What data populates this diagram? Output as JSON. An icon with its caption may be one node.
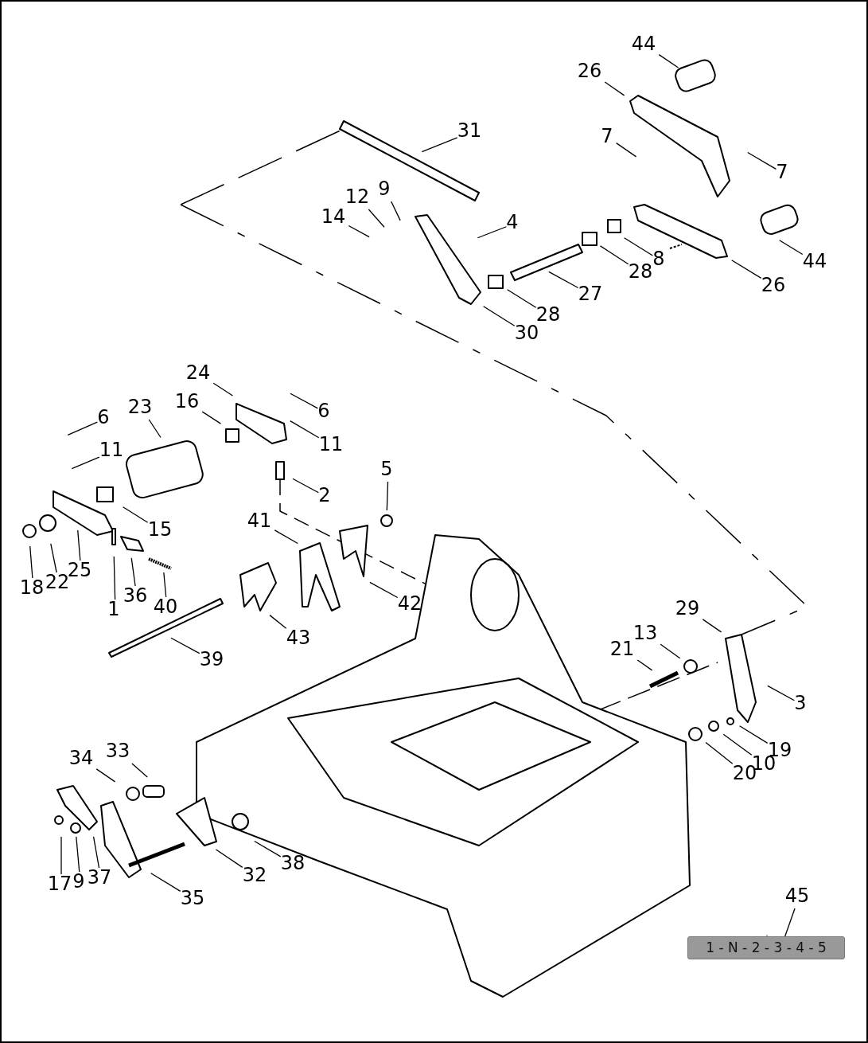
{
  "diagram": {
    "nodes": [
      {
        "text": [
          "44"
        ]
      },
      {
        "text": [
          "26"
        ]
      },
      {
        "text": [
          "31"
        ]
      },
      {
        "text": [
          "7"
        ]
      },
      {
        "text": [
          "7"
        ]
      },
      {
        "text": [
          "12"
        ]
      },
      {
        "text": [
          "9"
        ]
      },
      {
        "text": [
          "14"
        ]
      },
      {
        "text": [
          "4"
        ]
      },
      {
        "text": [
          "44"
        ]
      },
      {
        "text": [
          "26"
        ]
      },
      {
        "text": [
          "8"
        ]
      },
      {
        "text": [
          "28"
        ]
      },
      {
        "text": [
          "27"
        ]
      },
      {
        "text": [
          "28"
        ]
      },
      {
        "text": [
          "30"
        ]
      },
      {
        "text": [
          "24"
        ]
      },
      {
        "text": [
          "6"
        ]
      },
      {
        "text": [
          "16"
        ]
      },
      {
        "text": [
          "23"
        ]
      },
      {
        "text": [
          "6"
        ]
      },
      {
        "text": [
          "11"
        ]
      },
      {
        "text": [
          "11"
        ]
      },
      {
        "text": [
          "2"
        ]
      },
      {
        "text": [
          "15"
        ]
      },
      {
        "text": [
          "5"
        ]
      },
      {
        "text": [
          "41"
        ]
      },
      {
        "text": [
          "18"
        ]
      },
      {
        "text": [
          "22"
        ]
      },
      {
        "text": [
          "25"
        ]
      },
      {
        "text": [
          "1"
        ]
      },
      {
        "text": [
          "36"
        ]
      },
      {
        "text": [
          "40"
        ]
      },
      {
        "text": [
          "42"
        ]
      },
      {
        "text": [
          "43"
        ]
      },
      {
        "text": [
          "39"
        ]
      },
      {
        "text": [
          "29"
        ]
      },
      {
        "text": [
          "13"
        ]
      },
      {
        "text": [
          "21"
        ]
      },
      {
        "text": [
          "3"
        ]
      },
      {
        "text": [
          "19"
        ]
      },
      {
        "text": [
          "10"
        ]
      },
      {
        "text": [
          "20"
        ]
      },
      {
        "text": [
          "34"
        ]
      },
      {
        "text": [
          "33"
        ]
      },
      {
        "text": [
          "17"
        ]
      },
      {
        "text": [
          "9"
        ]
      },
      {
        "text": [
          "37"
        ]
      },
      {
        "text": [
          "35"
        ]
      },
      {
        "text": [
          "32"
        ]
      },
      {
        "text": [
          "38"
        ]
      },
      {
        "text": [
          "45"
        ]
      },
      {
        "text": [
          "1 - N - 2 - 3 - 4 - 5"
        ]
      }
    ],
    "edges": [
      {
        "from": 0,
        "to": null,
        "arrow": "none"
      },
      {
        "from": 1,
        "to": null,
        "arrow": "none"
      },
      {
        "from": 2,
        "to": null,
        "arrow": "none"
      },
      {
        "from": 3,
        "to": null,
        "arrow": "none"
      },
      {
        "from": 4,
        "to": null,
        "arrow": "none"
      },
      {
        "from": 5,
        "to": null,
        "arrow": "none"
      },
      {
        "from": 6,
        "to": null,
        "arrow": "none"
      },
      {
        "from": 7,
        "to": null,
        "arrow": "none"
      },
      {
        "from": 8,
        "to": null,
        "arrow": "none"
      },
      {
        "from": 9,
        "to": null,
        "arrow": "none"
      },
      {
        "from": 10,
        "to": null,
        "arrow": "none"
      },
      {
        "from": 11,
        "to": null,
        "arrow": "none"
      },
      {
        "from": 12,
        "to": null,
        "arrow": "none"
      },
      {
        "from": 13,
        "to": null,
        "arrow": "none"
      },
      {
        "from": 14,
        "to": null,
        "arrow": "none"
      },
      {
        "from": 15,
        "to": null,
        "arrow": "none"
      },
      {
        "from": 16,
        "to": null,
        "arrow": "none"
      },
      {
        "from": 17,
        "to": null,
        "arrow": "none"
      },
      {
        "from": 18,
        "to": null,
        "arrow": "none"
      },
      {
        "from": 19,
        "to": null,
        "arrow": "none"
      },
      {
        "from": 20,
        "to": null,
        "arrow": "none"
      },
      {
        "from": 21,
        "to": null,
        "arrow": "none"
      },
      {
        "from": 22,
        "to": null,
        "arrow": "none"
      },
      {
        "from": 23,
        "to": null,
        "arrow": "none"
      },
      {
        "from": 24,
        "to": null,
        "arrow": "none"
      },
      {
        "from": 25,
        "to": null,
        "arrow": "none"
      },
      {
        "from": 26,
        "to": null,
        "arrow": "none"
      },
      {
        "from": 27,
        "to": null,
        "arrow": "none"
      },
      {
        "from": 28,
        "to": null,
        "arrow": "none"
      },
      {
        "from": 29,
        "to": null,
        "arrow": "none"
      },
      {
        "from": 30,
        "to": null,
        "arrow": "none"
      },
      {
        "from": 31,
        "to": null,
        "arrow": "none"
      },
      {
        "from": 32,
        "to": null,
        "arrow": "none"
      },
      {
        "from": 33,
        "to": null,
        "arrow": "none"
      },
      {
        "from": 34,
        "to": null,
        "arrow": "none"
      },
      {
        "from": 35,
        "to": null,
        "arrow": "none"
      },
      {
        "from": 36,
        "to": null,
        "arrow": "none"
      },
      {
        "from": 37,
        "to": null,
        "arrow": "none"
      },
      {
        "from": 38,
        "to": null,
        "arrow": "none"
      },
      {
        "from": 39,
        "to": null,
        "arrow": "none"
      },
      {
        "from": 40,
        "to": null,
        "arrow": "none"
      },
      {
        "from": 41,
        "to": null,
        "arrow": "none"
      },
      {
        "from": 42,
        "to": null,
        "arrow": "none"
      },
      {
        "from": 43,
        "to": null,
        "arrow": "none"
      },
      {
        "from": 44,
        "to": null,
        "arrow": "none"
      },
      {
        "from": 45,
        "to": null,
        "arrow": "none"
      },
      {
        "from": 46,
        "to": null,
        "arrow": "none"
      },
      {
        "from": 47,
        "to": null,
        "arrow": "none"
      },
      {
        "from": 48,
        "to": null,
        "arrow": "none"
      },
      {
        "from": 49,
        "to": null,
        "arrow": "none"
      },
      {
        "from": 50,
        "to": null,
        "arrow": "none"
      },
      {
        "from": 51,
        "to": 52,
        "arrow": "none"
      }
    ]
  }
}
